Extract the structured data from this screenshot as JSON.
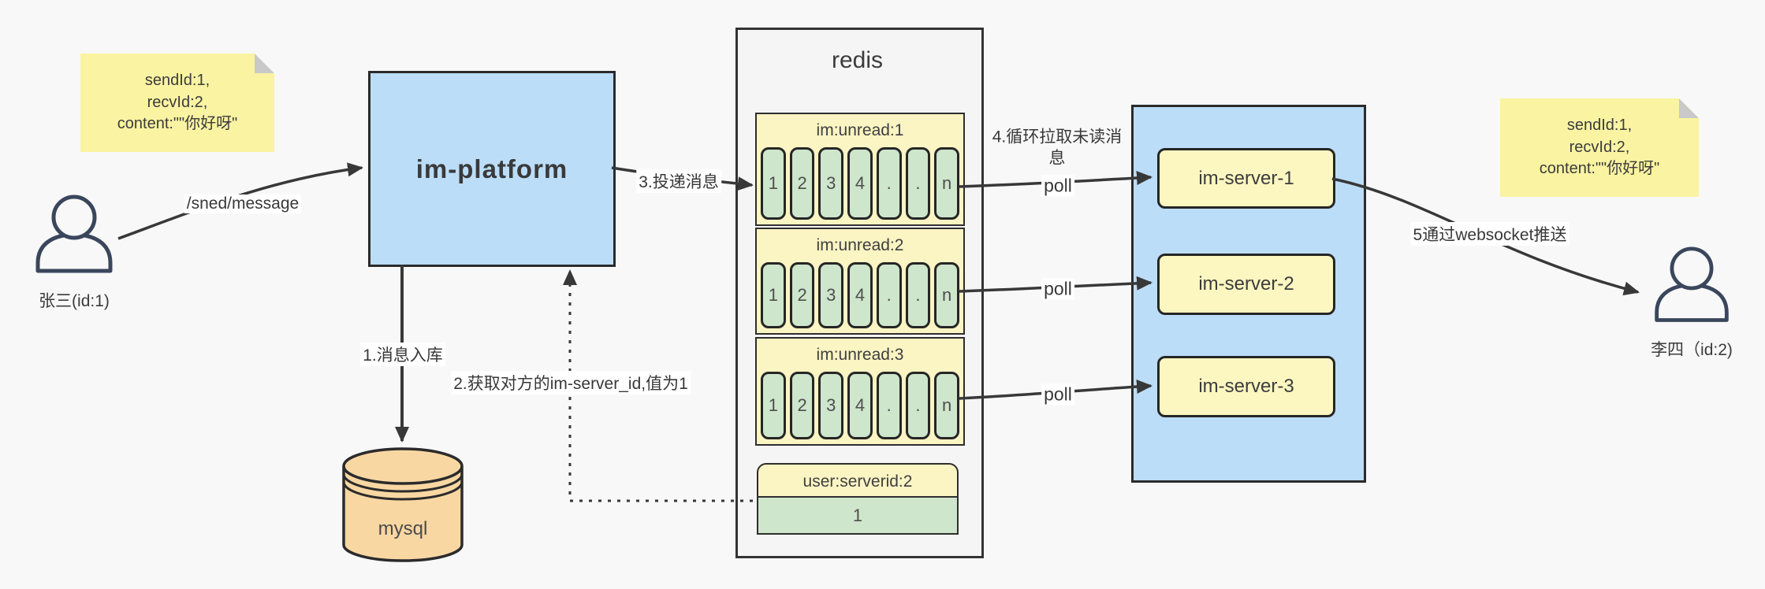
{
  "notes": {
    "left": {
      "lines": [
        "sendId:1,",
        "recvId:2,",
        "content:\"\"你好呀\""
      ]
    },
    "right": {
      "lines": [
        "sendId:1,",
        "recvId:2,",
        "content:\"\"你好呀\""
      ]
    }
  },
  "actors": {
    "sender": {
      "label": "张三(id:1)"
    },
    "receiver": {
      "label": "李四（id:2)"
    }
  },
  "platform": {
    "label": "im-platform"
  },
  "database": {
    "label": "mysql"
  },
  "redis": {
    "title": "redis",
    "queues": [
      {
        "name": "im:unread:1",
        "cells": [
          "1",
          "2",
          "3",
          "4",
          ".",
          ".",
          "n"
        ]
      },
      {
        "name": "im:unread:2",
        "cells": [
          "1",
          "2",
          "3",
          "4",
          ".",
          ".",
          "n"
        ]
      },
      {
        "name": "im:unread:3",
        "cells": [
          "1",
          "2",
          "3",
          "4",
          ".",
          ".",
          "n"
        ]
      }
    ],
    "kv": {
      "name": "user:serverid:2",
      "value": "1"
    }
  },
  "servers": [
    {
      "label": "im-server-1"
    },
    {
      "label": "im-server-2"
    },
    {
      "label": "im-server-3"
    }
  ],
  "labels": {
    "send": "/sned/message",
    "store": "1.消息入库",
    "fetch": "2.获取对方的im-server_id,值为1",
    "deliver": "3.投递消息",
    "pull": "4.循环拉取未读消息",
    "poll1": "poll",
    "poll2": "poll",
    "poll3": "poll",
    "push": "5通过websocket推送"
  },
  "colors": {
    "canvas": "#F8F8F8",
    "note_yellow": "#FAF3A2",
    "pale_yellow": "#FBF4C3",
    "green": "#CEE6CC",
    "blue": "#BBDDF8",
    "tan": "#F9D7A3",
    "stroke": "#2E2E2E",
    "arrow": "#383838"
  }
}
